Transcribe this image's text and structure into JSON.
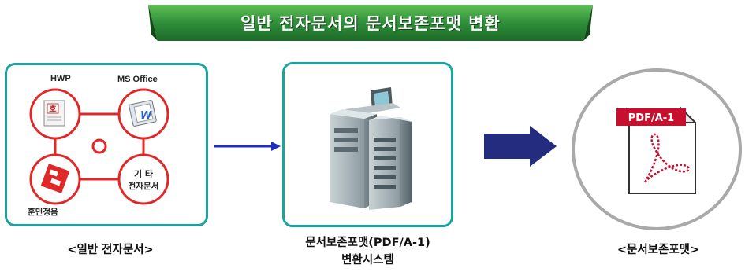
{
  "banner": {
    "title": "일반 전자문서의 문서보존포맷 변환"
  },
  "sources": {
    "hwp": "HWP",
    "ms_office": "MS Office",
    "hunmin": "훈민정음",
    "other_line1": "기 타",
    "other_line2": "전자문서",
    "hwp_glyph": "호",
    "office_glyph": "W"
  },
  "system": {
    "caption_line1": "문서보존포맷(PDF/A-1)",
    "caption_line2": "변환시스템"
  },
  "output": {
    "badge": "PDF/A-1",
    "caption": "<문서보존포맷>"
  },
  "captions": {
    "left": "<일반 전자문서>"
  },
  "colors": {
    "banner_green": "#2f8f3a",
    "teal_border": "#1aa3a0",
    "red_circle": "#e02828",
    "arrow_blue": "#1f2fbf",
    "block_arrow_navy": "#232c7f",
    "pdf_red": "#c8102e"
  },
  "icons": [
    "hwp-document-icon",
    "ms-office-document-icon",
    "hunmin-document-icon",
    "server-icon",
    "pdf-file-icon"
  ]
}
